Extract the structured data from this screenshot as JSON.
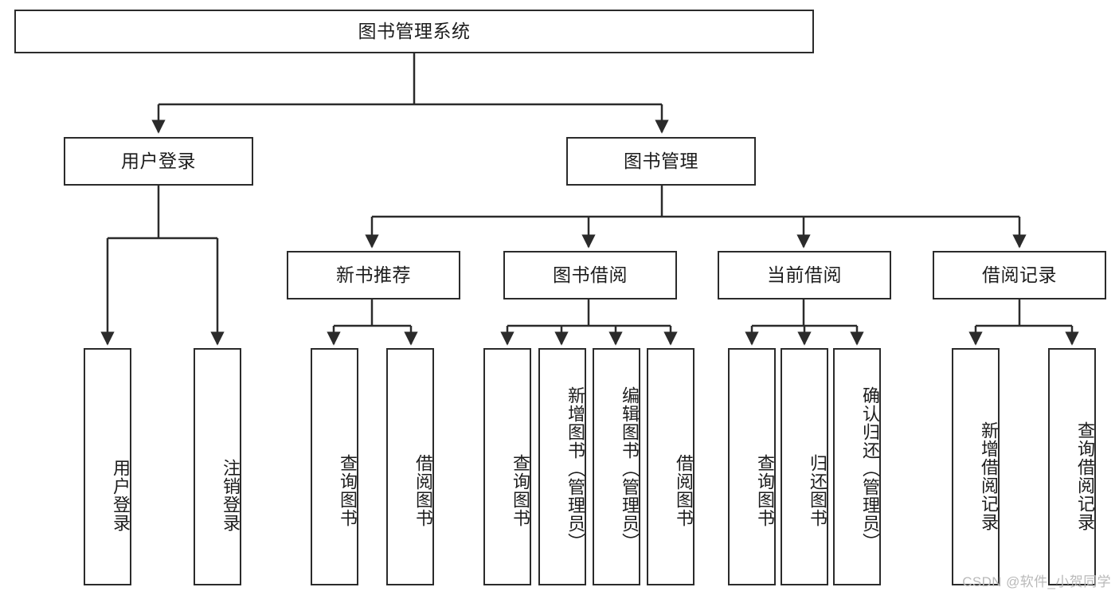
{
  "diagram": {
    "type": "tree-hierarchy",
    "title": "图书管理系统",
    "orientation": "top-down",
    "colors": {
      "box_border": "#2b2b2b",
      "box_fill": "#ffffff",
      "edge": "#2b2b2b",
      "text": "#1c1c1c",
      "watermark": "#b9b9b9"
    },
    "nodes": {
      "root": {
        "label": "图书管理系统",
        "level": 1,
        "orientation": "horizontal"
      },
      "user_login": {
        "label": "用户登录",
        "level": 2,
        "orientation": "horizontal"
      },
      "book_manage": {
        "label": "图书管理",
        "level": 2,
        "orientation": "horizontal"
      },
      "new_book_rec": {
        "label": "新书推荐",
        "level": 3,
        "orientation": "horizontal"
      },
      "book_borrow": {
        "label": "图书借阅",
        "level": 3,
        "orientation": "horizontal"
      },
      "current_borrow": {
        "label": "当前借阅",
        "level": 3,
        "orientation": "horizontal"
      },
      "borrow_record": {
        "label": "借阅记录",
        "level": 3,
        "orientation": "horizontal"
      },
      "leaf_user_login": {
        "label": "用户登录",
        "level": 4,
        "orientation": "vertical"
      },
      "leaf_logout": {
        "label": "注销登录",
        "level": 4,
        "orientation": "vertical"
      },
      "leaf_query_book_a": {
        "label": "查询图书",
        "level": 4,
        "orientation": "vertical"
      },
      "leaf_borrow_book_a": {
        "label": "借阅图书",
        "level": 4,
        "orientation": "vertical"
      },
      "leaf_query_book_b": {
        "label": "查询图书",
        "level": 4,
        "orientation": "vertical"
      },
      "leaf_add_book": {
        "label": "新增图书（管理员）",
        "level": 4,
        "orientation": "vertical"
      },
      "leaf_edit_book": {
        "label": "编辑图书（管理员）",
        "level": 4,
        "orientation": "vertical"
      },
      "leaf_borrow_book_b": {
        "label": "借阅图书",
        "level": 4,
        "orientation": "vertical"
      },
      "leaf_query_book_c": {
        "label": "查询图书",
        "level": 4,
        "orientation": "vertical"
      },
      "leaf_return_book": {
        "label": "归还图书",
        "level": 4,
        "orientation": "vertical"
      },
      "leaf_confirm_return": {
        "label": "确认归还（管理员）",
        "level": 4,
        "orientation": "vertical"
      },
      "leaf_add_record": {
        "label": "新增借阅记录",
        "level": 4,
        "orientation": "vertical"
      },
      "leaf_query_record": {
        "label": "查询借阅记录",
        "level": 4,
        "orientation": "vertical"
      }
    },
    "edges": [
      {
        "from": "root",
        "to": "user_login"
      },
      {
        "from": "root",
        "to": "book_manage"
      },
      {
        "from": "user_login",
        "to": "leaf_user_login"
      },
      {
        "from": "user_login",
        "to": "leaf_logout"
      },
      {
        "from": "book_manage",
        "to": "new_book_rec"
      },
      {
        "from": "book_manage",
        "to": "book_borrow"
      },
      {
        "from": "book_manage",
        "to": "current_borrow"
      },
      {
        "from": "book_manage",
        "to": "borrow_record"
      },
      {
        "from": "new_book_rec",
        "to": "leaf_query_book_a"
      },
      {
        "from": "new_book_rec",
        "to": "leaf_borrow_book_a"
      },
      {
        "from": "book_borrow",
        "to": "leaf_query_book_b"
      },
      {
        "from": "book_borrow",
        "to": "leaf_add_book"
      },
      {
        "from": "book_borrow",
        "to": "leaf_edit_book"
      },
      {
        "from": "book_borrow",
        "to": "leaf_borrow_book_b"
      },
      {
        "from": "current_borrow",
        "to": "leaf_query_book_c"
      },
      {
        "from": "current_borrow",
        "to": "leaf_return_book"
      },
      {
        "from": "current_borrow",
        "to": "leaf_confirm_return"
      },
      {
        "from": "borrow_record",
        "to": "leaf_add_record"
      },
      {
        "from": "borrow_record",
        "to": "leaf_query_record"
      }
    ]
  },
  "watermark": {
    "text": "CSDN @软件_小贺同学"
  }
}
